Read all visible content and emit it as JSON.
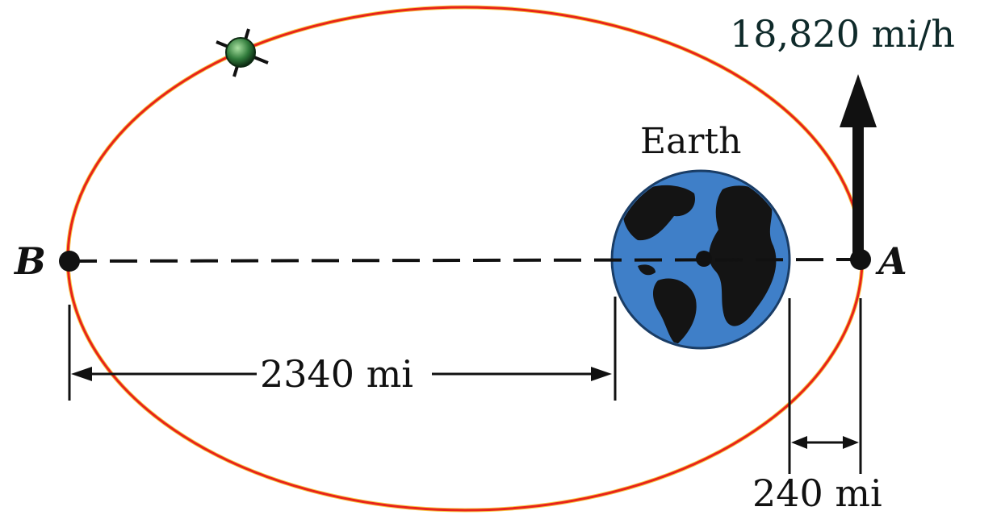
{
  "labels": {
    "point_b": "B",
    "point_a": "A",
    "earth": "Earth",
    "velocity": "18,820 mi/h",
    "dist_b_earth": "2340 mi",
    "dist_earth_a": "240 mi"
  },
  "colors": {
    "orbit": "#e8231a",
    "orbit_glow": "#f7c948",
    "ocean": "#3f7fc8",
    "land": "#141414",
    "satellite": "#2f7a3a",
    "ink": "#111111"
  },
  "icons": {
    "satellite": "satellite-icon",
    "earth": "earth-globe-icon",
    "velocity_arrow": "arrow-up-icon"
  }
}
